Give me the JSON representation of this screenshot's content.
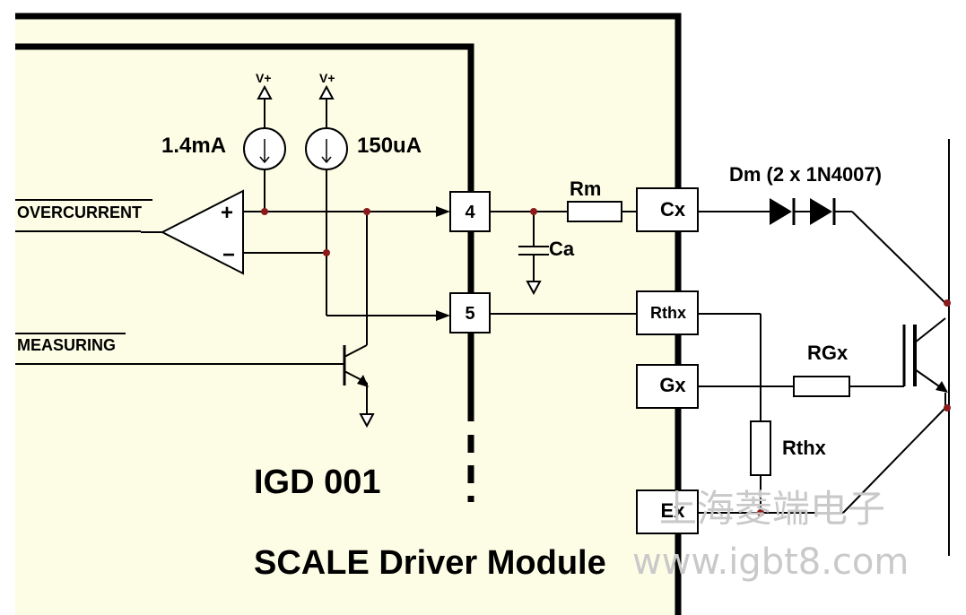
{
  "module": {
    "name": "IGD 001",
    "subtitle": "SCALE Driver Module",
    "fill_color": "#fdfde6"
  },
  "supplies": {
    "left": "V+",
    "right": "V+"
  },
  "current_sources": {
    "left": "1.4mA",
    "right": "150uA"
  },
  "signals": {
    "overcurrent": "OVERCURRENT",
    "measuring": "MEASURING"
  },
  "comparator": {
    "plus": "+",
    "minus": "−"
  },
  "pins": {
    "p4": "4",
    "p5": "5",
    "cx": "Cx",
    "rthx": "Rthx",
    "gx": "Gx",
    "ex": "Ex"
  },
  "components": {
    "rm": "Rm",
    "ca": "Ca",
    "dm": "Dm (2 x 1N4007)",
    "rgx": "RGx",
    "rthx": "Rthx"
  },
  "watermark": {
    "cn": "上海菱端电子",
    "url": "www.igbt8.com"
  },
  "colors": {
    "junction": "#8b1a1a",
    "wire": "#000000"
  }
}
